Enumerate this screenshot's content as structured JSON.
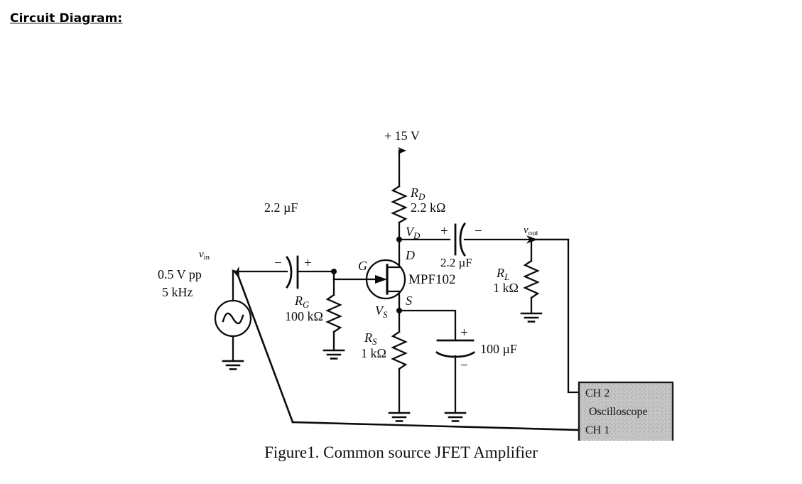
{
  "heading": "Circuit Diagram:",
  "caption": "Figure1. Common source JFET Amplifier",
  "colors": {
    "ink": "#0b0b0b",
    "background": "#ffffff",
    "scope_fill": "#c9c9c9",
    "scope_border": "#1a1a1a"
  },
  "circuit": {
    "title": "Common source JFET Amplifier",
    "supply": {
      "label": "+ 15 V"
    },
    "source": {
      "name_label": "v",
      "name_sub": "in",
      "amplitude": "0.5 V pp",
      "frequency": "5 kHz"
    },
    "input_capacitor": {
      "value": "2.2 µF",
      "left_polarity": "−",
      "right_polarity": "+"
    },
    "output_capacitor": {
      "value": "2.2 µF",
      "left_polarity": "+",
      "right_polarity": "−"
    },
    "bypass_capacitor": {
      "value": "100 µF",
      "top_polarity": "+",
      "bottom_polarity": "−"
    },
    "resistors": [
      {
        "id": "RD",
        "name": "R",
        "sub": "D",
        "value": "2.2 kΩ"
      },
      {
        "id": "RG",
        "name": "R",
        "sub": "G",
        "value": "100 kΩ"
      },
      {
        "id": "RS",
        "name": "R",
        "sub": "S",
        "value": "1 kΩ"
      },
      {
        "id": "RL",
        "name": "R",
        "sub": "L",
        "value": "1 kΩ"
      }
    ],
    "transistor": {
      "part_number": "MPF102",
      "terminals": {
        "gate": "G",
        "drain": "D",
        "source": "S"
      }
    },
    "nodes": [
      {
        "id": "VD",
        "name": "V",
        "sub": "D"
      },
      {
        "id": "VS",
        "name": "V",
        "sub": "S"
      },
      {
        "id": "vout",
        "name": "v",
        "sub": "out"
      }
    ],
    "instrument": {
      "name": "Oscilloscope",
      "channel_top": "CH 2",
      "channel_bottom": "CH 1"
    }
  }
}
